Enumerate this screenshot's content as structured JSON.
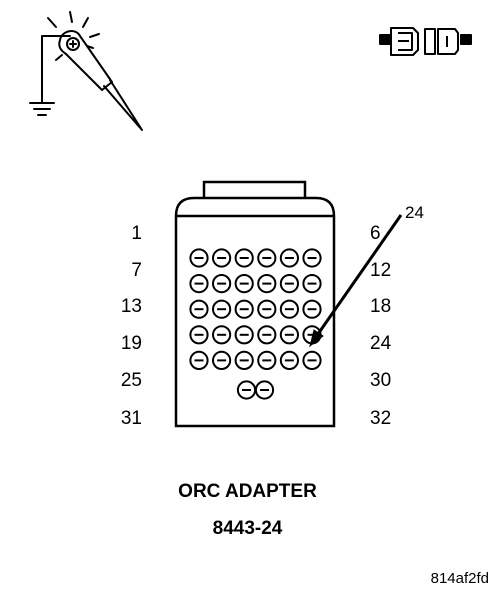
{
  "pin_labels": {
    "left": [
      "1",
      "7",
      "13",
      "19",
      "25",
      "31"
    ],
    "right": [
      "6",
      "12",
      "18",
      "24",
      "30",
      "32"
    ]
  },
  "callout": {
    "pin": "24"
  },
  "connector": {
    "rows_of_six": 5,
    "last_row_count": 2,
    "highlighted_pin": 24
  },
  "captions": {
    "title": "ORC ADAPTER",
    "part_number": "8443-24"
  },
  "figure_ref": "814af2fd",
  "icons": [
    "test-probe-icon",
    "connector-icon"
  ]
}
